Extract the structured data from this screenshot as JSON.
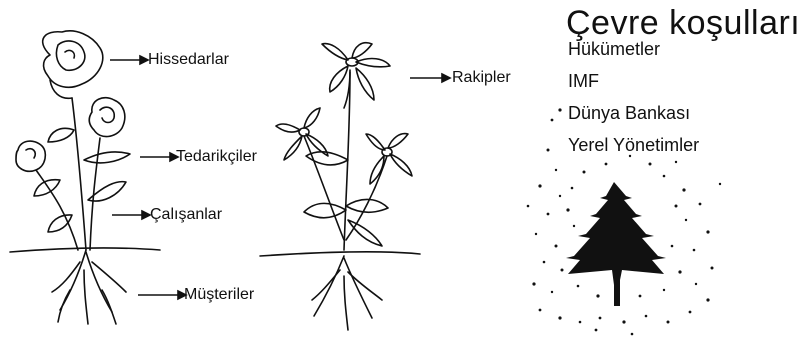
{
  "stakeholders": {
    "left_plant_labels": [
      "Hissedarlar",
      "Tedarikçiler",
      "Çalışanlar",
      "Müşteriler"
    ],
    "competitors_label": "Rakipler"
  },
  "environment": {
    "title": "Çevre koşulları",
    "items": [
      "Hükümetler",
      "IMF",
      "Dünya Bankası",
      "Yerel Yönetimler"
    ]
  }
}
